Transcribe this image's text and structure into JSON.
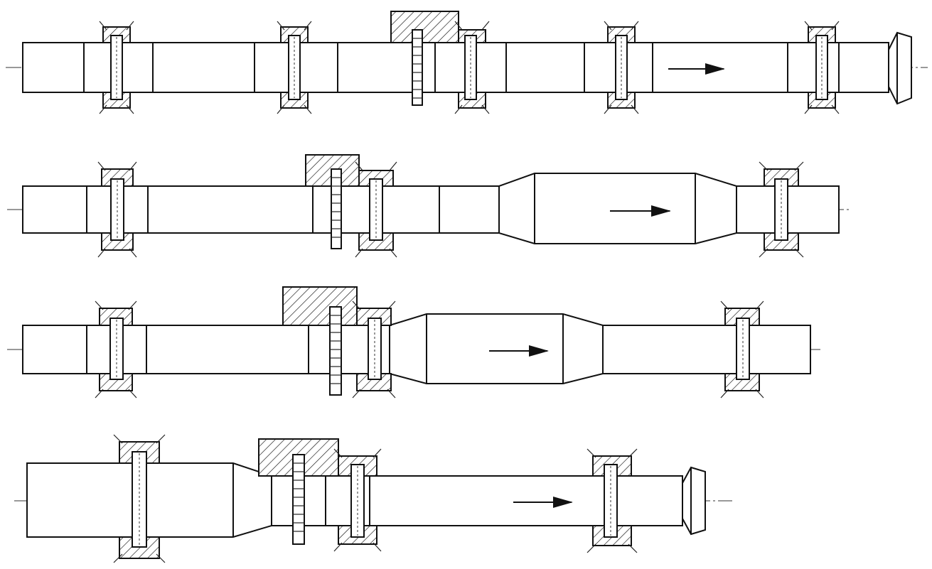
{
  "drawing": {
    "background": "#ffffff",
    "line_color": "#111111"
  },
  "shafts": [
    {
      "id": "shaft-1",
      "arrow_direction": "right",
      "bearings": 5,
      "gears": 1,
      "hubs": 1,
      "has_flanged_end": true
    },
    {
      "id": "shaft-2",
      "arrow_direction": "right",
      "bearings": 3,
      "gears": 1,
      "hubs": 1,
      "has_flanged_end": false
    },
    {
      "id": "shaft-3",
      "arrow_direction": "right",
      "bearings": 3,
      "gears": 1,
      "hubs": 1,
      "has_flanged_end": false
    },
    {
      "id": "shaft-4",
      "arrow_direction": "right",
      "bearings": 3,
      "gears": 1,
      "hubs": 1,
      "has_flanged_end": true
    }
  ]
}
